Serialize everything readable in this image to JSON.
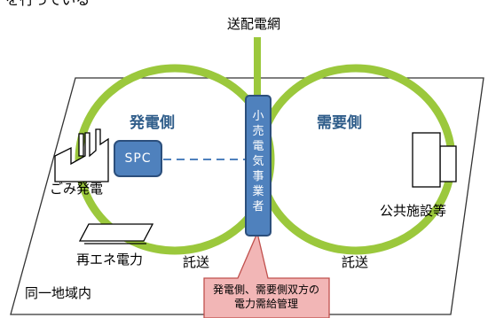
{
  "top_partial_text": "を行っている",
  "grid_label": "送配電網",
  "area_label": "同一地域内",
  "supply_side_title": "発電側",
  "demand_side_title": "需要側",
  "spc_label": "SPC",
  "retailer_label": [
    "小",
    "売",
    "電",
    "気",
    "事",
    "業",
    "者"
  ],
  "garbage_power_label": "ごみ発電",
  "renewable_label": "再エネ電力",
  "public_facility_label": "公共施設等",
  "consignment_left": "託送",
  "consignment_right": "託送",
  "callout": {
    "line1": "発電側、需要側双方の",
    "line2": "電力需給管理"
  },
  "colors": {
    "ring_green": "#9bc83c",
    "retailer_blue": "#4f81bd",
    "callout_pink": "#f2b6b6",
    "callout_border": "#c0504d",
    "title_blue": "#2f5d8a"
  }
}
